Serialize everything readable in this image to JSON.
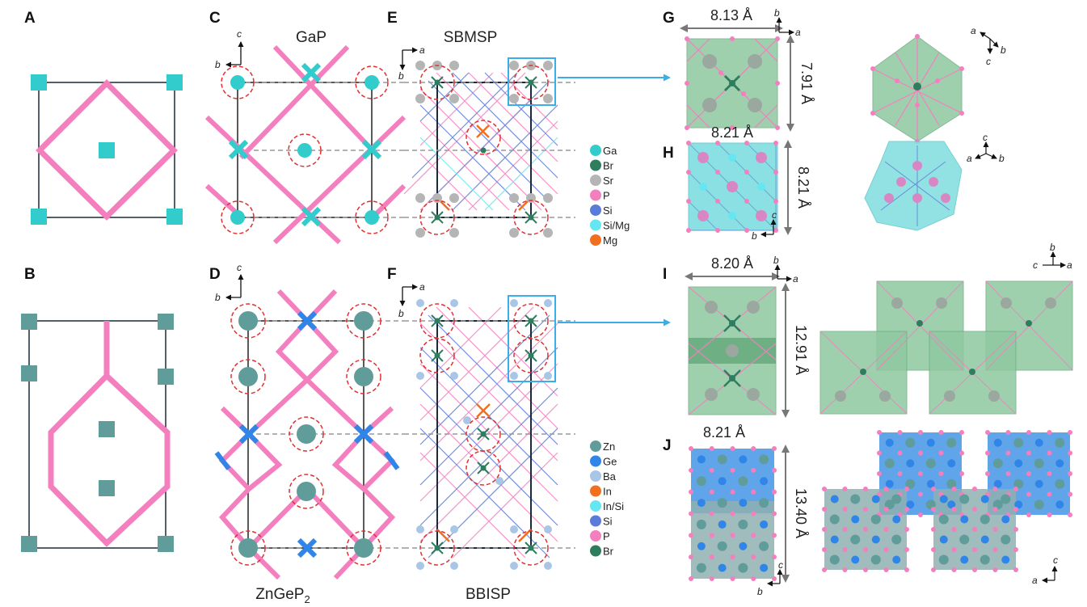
{
  "panels": {
    "A": "A",
    "B": "B",
    "C": "C",
    "D": "D",
    "E": "E",
    "F": "F",
    "G": "G",
    "H": "H",
    "I": "I",
    "J": "J"
  },
  "titles": {
    "gap": "GaP",
    "sbmsp": "SBMSP",
    "zngep2_main": "ZnGeP",
    "zngep2_sub": "2",
    "bbisp": "BBISP"
  },
  "axes": {
    "a": "a",
    "b": "b",
    "c": "c"
  },
  "dimensions": {
    "g_width": "8.13 Å",
    "g_height": "7.91 Å",
    "h_width": "8.21 Å",
    "h_height": "8.21 Å",
    "i_width": "8.20 Å",
    "i_height": "12.91 Å",
    "j_width": "8.21 Å",
    "j_height": "13.40 Å"
  },
  "legend_top": [
    {
      "label": "Ga",
      "color": "#33cccc"
    },
    {
      "label": "Br",
      "color": "#2e7d5e"
    },
    {
      "label": "Sr",
      "color": "#b5b5b5"
    },
    {
      "label": "P",
      "color": "#f47fbf"
    },
    {
      "label": "Si",
      "color": "#5b7bd9"
    },
    {
      "label": "Si/Mg",
      "color": "#66e6f0"
    },
    {
      "label": "Mg",
      "color": "#f07020"
    }
  ],
  "legend_bottom": [
    {
      "label": "Zn",
      "color": "#5f9c9a"
    },
    {
      "label": "Ge",
      "color": "#2f86e8"
    },
    {
      "label": "Ba",
      "color": "#aac6e6"
    },
    {
      "label": "In",
      "color": "#f07020"
    },
    {
      "label": "In/Si",
      "color": "#66e6f0"
    },
    {
      "label": "Si",
      "color": "#5b7bd9"
    },
    {
      "label": "P",
      "color": "#f47fbf"
    },
    {
      "label": "Br",
      "color": "#2e7d5e"
    }
  ],
  "colors": {
    "ga": "#33cccc",
    "zn": "#5f9c9a",
    "ge": "#2f86e8",
    "p": "#f47fbf",
    "sr": "#b5b5b5",
    "ba": "#aac6e6",
    "br": "#2e7d5e",
    "mg": "#f07020",
    "si": "#5b7bd9",
    "green_poly": "#8fc8a0",
    "cyan_poly": "#7fdde0",
    "blue_poly": "#4f9be8",
    "frame": "#1a2a3a",
    "highlight": "#3aaee8",
    "dash": "#e03030"
  }
}
